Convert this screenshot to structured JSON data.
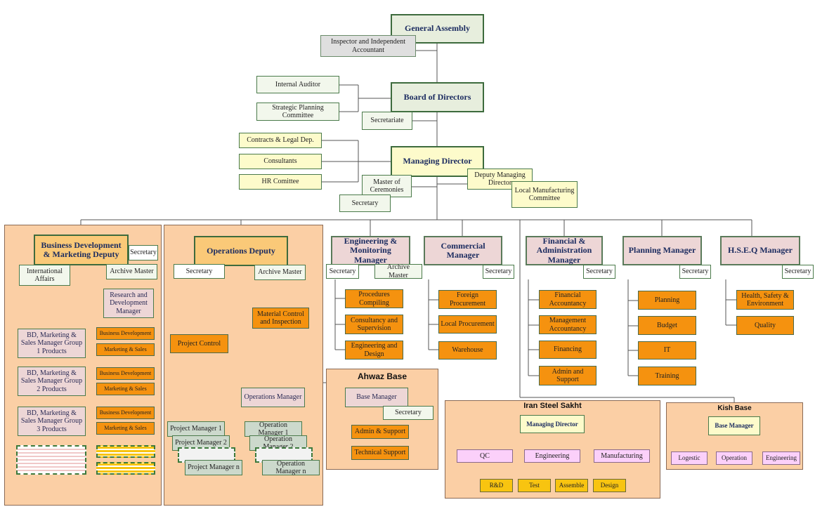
{
  "top": {
    "general_assembly": "General Assembly",
    "inspector": "Inspector and Independent Accountant",
    "board": "Board of Directors",
    "internal_auditor": "Internal Auditor",
    "strategic_planning": "Strategic Planning Committee",
    "secretariate": "Secretariate",
    "managing_director": "Managing Director",
    "contracts_legal": "Contracts & Legal Dep.",
    "consultants": "Consultants",
    "hr_committee": "HR Comittee",
    "master_ceremonies": "Master of Ceremonies",
    "secretary": "Secretary",
    "deputy_md": "Deputy Managing Director",
    "local_manufacturing": "Local Manufacturing Committee"
  },
  "bd": {
    "title": "Business Development & Marketing Deputy",
    "secretary": "Secretary",
    "international_affairs": "International Affairs",
    "archive_master": "Archive Master",
    "research": "Research and Development Manager",
    "groups": [
      {
        "label": "BD, Marketing & Sales Manager Group 1 Products",
        "business_development": "Business Development",
        "marketing_sales": "Marketing & Sales"
      },
      {
        "label": "BD, Marketing & Sales Manager Group 2 Products",
        "business_development": "Business Development",
        "marketing_sales": "Marketing & Sales"
      },
      {
        "label": "BD, Marketing & Sales Manager Group 3 Products",
        "business_development": "Business Development",
        "marketing_sales": "Marketing & Sales"
      }
    ]
  },
  "ops": {
    "title": "Operations Deputy",
    "secretary": "Secretary",
    "archive_master": "Archive Master",
    "material_control": "Material Control and Inspection",
    "project_control": "Project Control",
    "operations_manager": "Operations Manager",
    "pm1": "Project Manager 1",
    "pm2": "Project Manager 2",
    "pmn": "Project Manager n",
    "om1": "Operation Manager 1",
    "om2": "Operation Manager 2",
    "omn": "Operation Manager n"
  },
  "eng": {
    "title": "Engineering & Monitoring Manager",
    "secretary": "Secretary",
    "archive_master": "Archive Master",
    "items": [
      "Procedures Compiling",
      "Consultancy and Supervision",
      "Engineering and Design"
    ]
  },
  "com": {
    "title": "Commercial Manager",
    "secretary": "Secretary",
    "items": [
      "Foreign Procurement",
      "Local Procurement",
      "Warehouse"
    ]
  },
  "fin": {
    "title": "Financial & Administration Manager",
    "secretary": "Secretary",
    "items": [
      "Financial Accountancy",
      "Management Accountancy",
      "Financing",
      "Admin and Support"
    ]
  },
  "plan": {
    "title": "Planning Manager",
    "secretary": "Secretary",
    "items": [
      "Planning",
      "Budget",
      "IT",
      "Training"
    ]
  },
  "hseq": {
    "title": "H.S.E.Q Manager",
    "secretary": "Secretary",
    "items": [
      "Health, Safety & Environment",
      "Quality"
    ]
  },
  "ahwaz": {
    "title": "Ahwaz Base",
    "base_manager": "Base Manager",
    "secretary": "Secretary",
    "admin_support": "Admin & Support",
    "technical_support": "Technical Support"
  },
  "iran": {
    "title": "Iran Steel Sakht",
    "managing_director": "Managing Director",
    "qc": "QC",
    "engineering": "Engineering",
    "manufacturing": "Manufacturing",
    "rd": "R&D",
    "test": "Test",
    "assemble": "Assemble",
    "design": "Design"
  },
  "kish": {
    "title": "Kish Base",
    "base_manager": "Base Manager",
    "logestic": "Logestic",
    "operation": "Operation",
    "engineering": "Engineering"
  }
}
